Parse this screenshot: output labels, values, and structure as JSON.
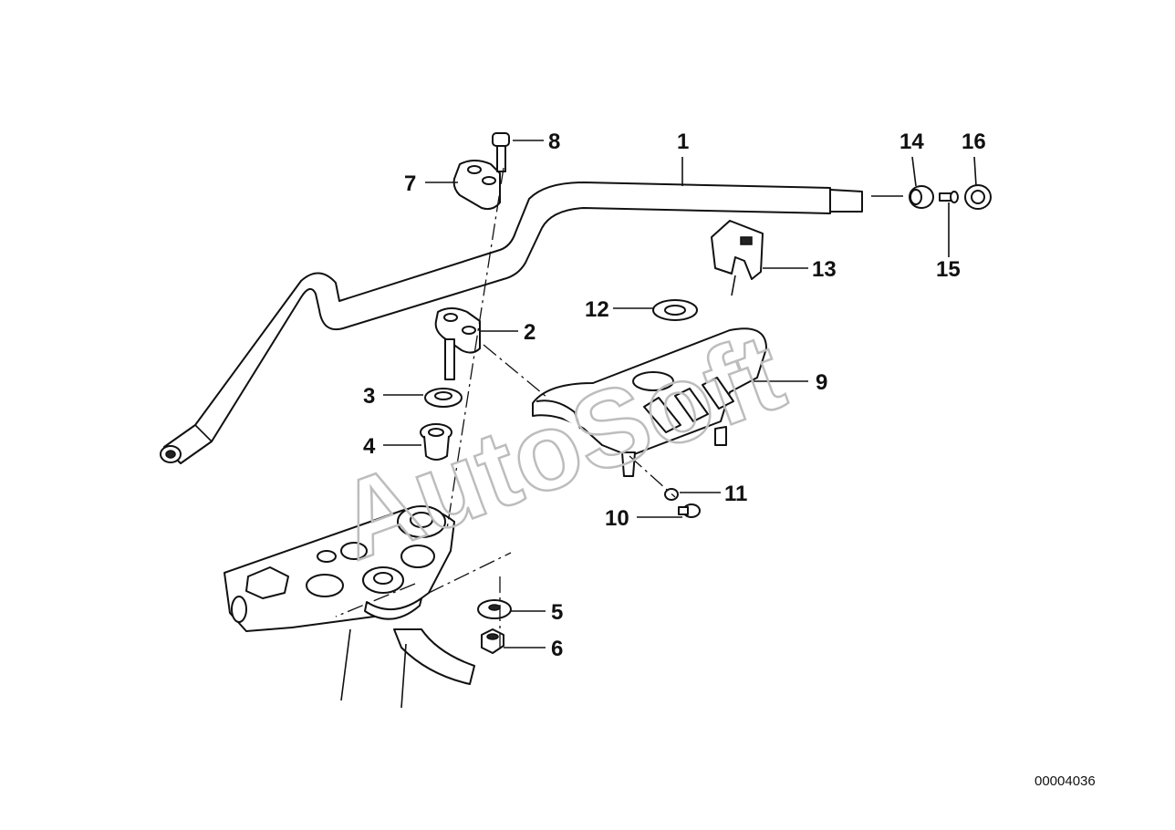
{
  "diagram": {
    "reference_number": "00004036",
    "watermark": "AutoSoft",
    "callouts": [
      "1",
      "2",
      "3",
      "4",
      "5",
      "6",
      "7",
      "8",
      "9",
      "10",
      "11",
      "12",
      "13",
      "14",
      "15",
      "16"
    ]
  }
}
